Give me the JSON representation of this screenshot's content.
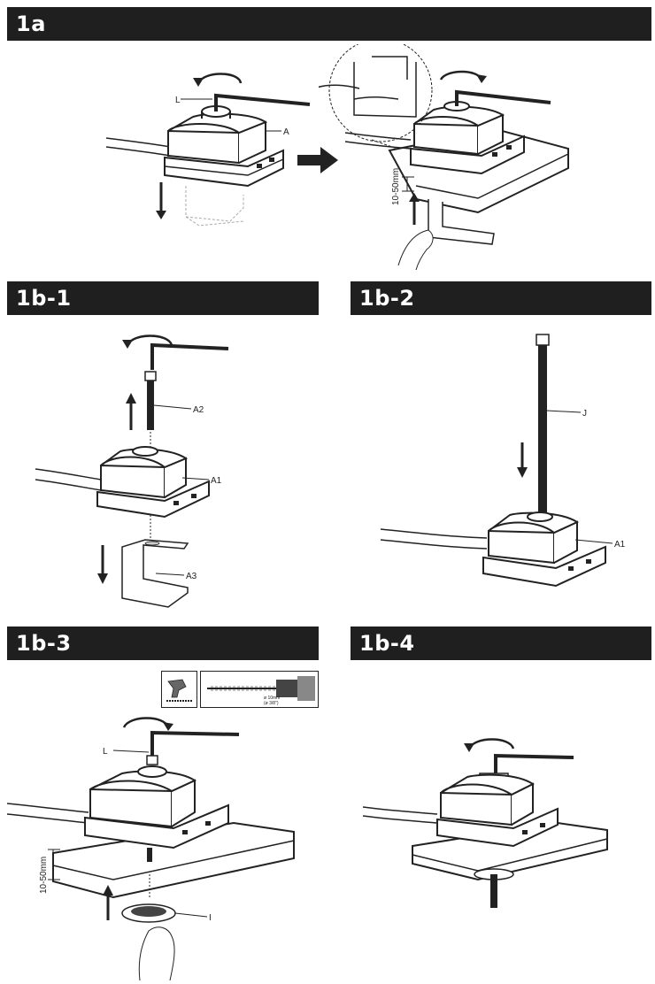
{
  "sections": {
    "s1a": "1a",
    "s1b1": "1b-1",
    "s1b2": "1b-2",
    "s1b3": "1b-3",
    "s1b4": "1b-4"
  },
  "labels": {
    "L": "L",
    "A": "A",
    "A1": "A1",
    "A2": "A2",
    "A3": "A3",
    "J": "J",
    "I": "I"
  },
  "measurements": {
    "gap": "10-50mm",
    "drill_dia": "ø 10mm",
    "drill_dia_in": "(ø 3/8\")"
  }
}
